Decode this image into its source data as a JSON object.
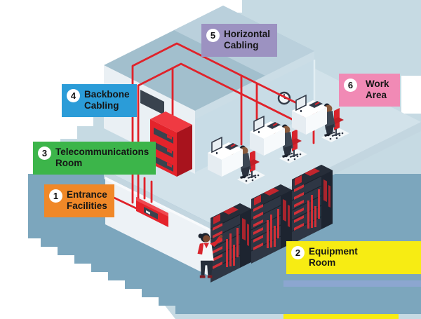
{
  "diagram": {
    "type": "isometric-structured-cabling-infographic",
    "labels": [
      {
        "number": "1",
        "line1": "Entrance",
        "line2": "Facilities",
        "bg": "#F08828"
      },
      {
        "number": "2",
        "line1": "Equipment",
        "line2": "Room",
        "bg": "#F7EC13"
      },
      {
        "number": "3",
        "line1": "Telecommunications",
        "line2": "Room",
        "bg": "#3CB54A"
      },
      {
        "number": "4",
        "line1": "Backbone",
        "line2": "Cabling",
        "bg": "#2B9CD8"
      },
      {
        "number": "5",
        "line1": "Horizontal",
        "line2": "Cabling",
        "bg": "#9C92C1"
      },
      {
        "number": "6",
        "line1": "Work",
        "line2": "Area",
        "bg": "#F18AB5"
      }
    ],
    "colors": {
      "cable": "#E0222A",
      "floor": "#7CA6BD",
      "backdrop": "#C6DAE3",
      "wall": "#EAF0F4",
      "slab": "#D2E2EA",
      "rack_body": "#2E3644",
      "rack_accent": "#D13038",
      "red_equipment": "#E4232B",
      "chair": "#D8242C",
      "bottom_bar": "#F7EC13",
      "badge_bg": "#FFFFFF",
      "label_text": "#151515"
    }
  }
}
